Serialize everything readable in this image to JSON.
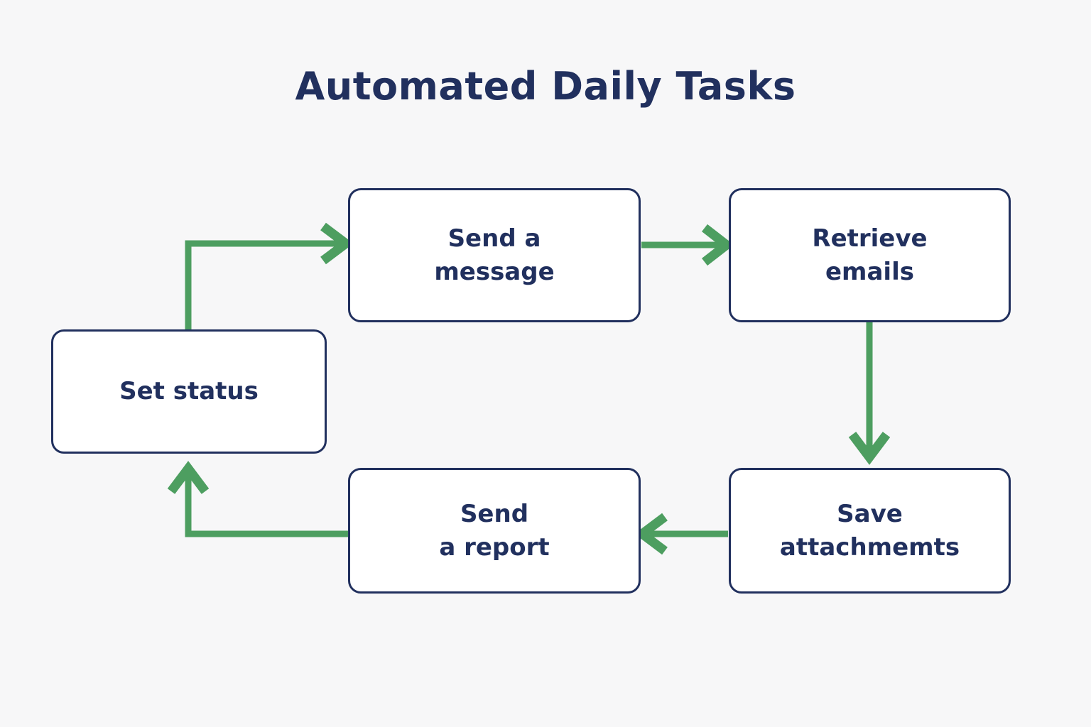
{
  "diagram": {
    "title": "Automated Daily Tasks",
    "type": "flowchart",
    "background_color": "#f7f7f8",
    "node_border_color": "#21305e",
    "node_fill_color": "#ffffff",
    "node_text_color": "#21305e",
    "connector_color": "#4d9e60",
    "nodes": [
      {
        "id": "set-status",
        "label": "Set status",
        "line1": "Set status",
        "line2": ""
      },
      {
        "id": "send-message",
        "label": "Send a message",
        "line1": "Send a",
        "line2": "message"
      },
      {
        "id": "retrieve-emails",
        "label": "Retrieve emails",
        "line1": "Retrieve",
        "line2": "emails"
      },
      {
        "id": "save-attach",
        "label": "Save attachmemts",
        "line1": "Save",
        "line2": "attachmemts"
      },
      {
        "id": "send-report",
        "label": "Send a report",
        "line1": "Send",
        "line2": "a report"
      }
    ],
    "connectors": [
      {
        "id": "set-status-to-send-message",
        "from": "set-status",
        "to": "send-message",
        "direction": "right"
      },
      {
        "id": "send-message-to-retrieve-emails",
        "from": "send-message",
        "to": "retrieve-emails",
        "direction": "right"
      },
      {
        "id": "retrieve-emails-to-save-attach",
        "from": "retrieve-emails",
        "to": "save-attach",
        "direction": "down"
      },
      {
        "id": "save-attach-to-send-report",
        "from": "save-attach",
        "to": "send-report",
        "direction": "left"
      },
      {
        "id": "send-report-to-set-status",
        "from": "send-report",
        "to": "set-status",
        "direction": "up"
      }
    ]
  }
}
